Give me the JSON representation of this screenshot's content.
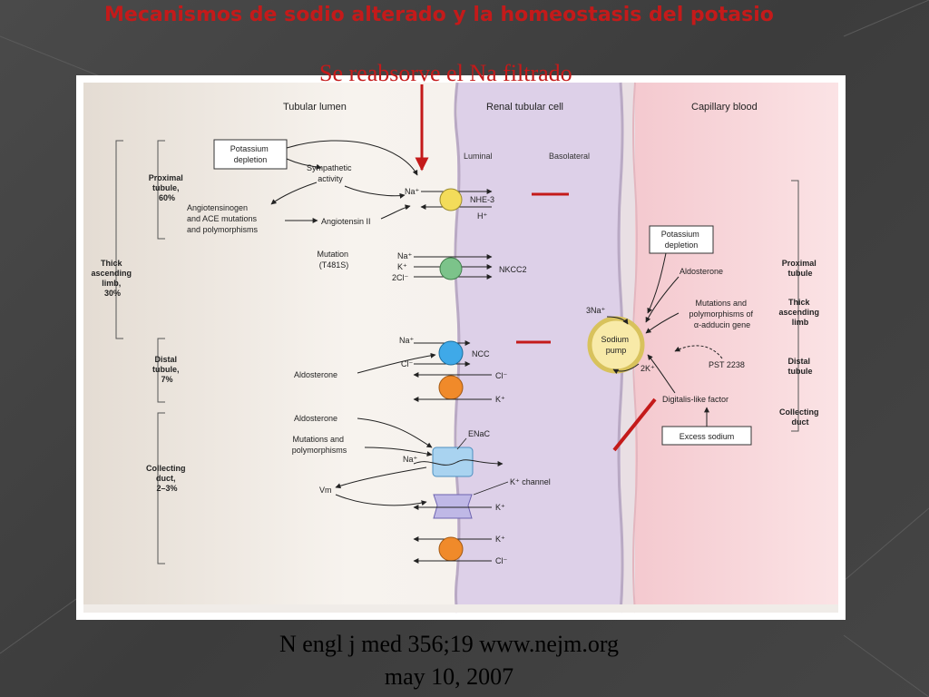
{
  "slide": {
    "title": "Mecanismos de sodio alterado y la homeostasis del potasio",
    "annotation": "Se reabsorve el Na filtrado",
    "citation_line1": "N engl j med 356;19 www.nejm.org",
    "citation_line2": "may 10, 2007"
  },
  "colors": {
    "accent_red": "#c41a1a",
    "cell": "#ddd0e8",
    "blood": "#f6d3d8"
  },
  "figure": {
    "headers": {
      "lumen": "Tubular lumen",
      "cell": "Renal tubular cell",
      "blood": "Capillary blood"
    },
    "membranes": {
      "luminal": "Luminal",
      "basolateral": "Basolateral"
    },
    "segments_left": {
      "proximal": [
        "Proximal",
        "tubule,",
        "60%"
      ],
      "thick": [
        "Thick",
        "ascending",
        "limb,",
        "30%"
      ],
      "distal": [
        "Distal",
        "tubule,",
        "7%"
      ],
      "collecting": [
        "Collecting",
        "duct,",
        "2–3%"
      ]
    },
    "segments_right": {
      "proximal": [
        "Proximal",
        "tubule"
      ],
      "thick": [
        "Thick",
        "ascending",
        "limb"
      ],
      "distal": [
        "Distal",
        "tubule"
      ],
      "collecting": [
        "Collecting",
        "duct"
      ]
    },
    "lumen_labels": {
      "potassium_depletion": [
        "Potassium",
        "depletion"
      ],
      "sympathetic": [
        "Sympathetic",
        "activity"
      ],
      "angiotensinogen": [
        "Angiotensinogen",
        "and ACE mutations",
        "and polymorphisms"
      ],
      "angiotensin": "Angiotensin II",
      "mutation": [
        "Mutation",
        "(T481S)"
      ],
      "aldosterone_ncc": "Aldosterone",
      "aldosterone_enac": "Aldosterone",
      "mutations_enac": [
        "Mutations and",
        "polymorphisms"
      ],
      "vm": "Vm"
    },
    "ions": {
      "na_nhe": "Na⁺",
      "h_nhe": "H⁺",
      "na_nkcc": "Na⁺",
      "k_nkcc": "K⁺",
      "cl2_nkcc": "2Cl⁻",
      "na_ncc": "Na⁺",
      "cl_ncc": "Cl⁻",
      "cl_out1": "Cl⁻",
      "k_out1": "K⁺",
      "na_enac": "Na⁺",
      "k_chan": "K⁺",
      "k_out2": "K⁺",
      "cl_out2": "Cl⁻",
      "na3": "3Na⁺",
      "k2": "2K⁺"
    },
    "transporters": {
      "nhe": "NHE-3",
      "nkcc": "NKCC2",
      "ncc": "NCC",
      "enac": "ENaC",
      "kchan": "K⁺ channel",
      "pump": [
        "Sodium",
        "pump"
      ]
    },
    "blood_labels": {
      "potassium_depletion": [
        "Potassium",
        "depletion"
      ],
      "aldosterone": "Aldosterone",
      "adducin": [
        "Mutations and",
        "polymorphisms of",
        "α-adducin gene"
      ],
      "pst": "PST 2238",
      "digitalis": "Digitalis-like factor",
      "excess": "Excess sodium"
    }
  }
}
